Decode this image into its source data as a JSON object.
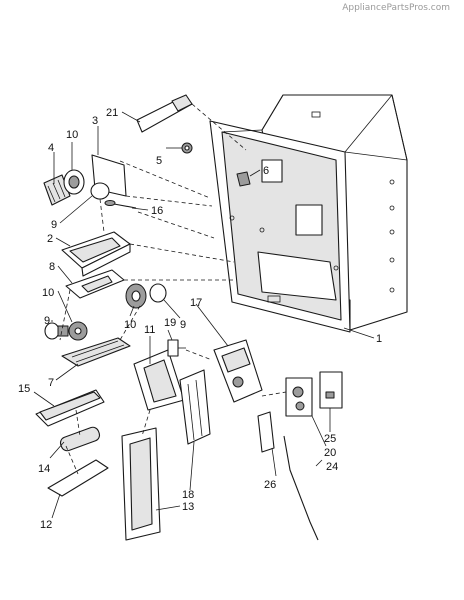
{
  "watermark": "AppliancePartsPros.com",
  "callouts": [
    {
      "id": "c1",
      "label": "1"
    },
    {
      "id": "c2",
      "label": "2"
    },
    {
      "id": "c3",
      "label": "3"
    },
    {
      "id": "c4",
      "label": "4"
    },
    {
      "id": "c5",
      "label": "5"
    },
    {
      "id": "c6",
      "label": "6"
    },
    {
      "id": "c7",
      "label": "7"
    },
    {
      "id": "c8",
      "label": "8"
    },
    {
      "id": "c9a",
      "label": "9"
    },
    {
      "id": "c9b",
      "label": "9"
    },
    {
      "id": "c9c",
      "label": "9"
    },
    {
      "id": "c10a",
      "label": "10"
    },
    {
      "id": "c10b",
      "label": "10"
    },
    {
      "id": "c10c",
      "label": "10"
    },
    {
      "id": "c11",
      "label": "11"
    },
    {
      "id": "c12",
      "label": "12"
    },
    {
      "id": "c13",
      "label": "13"
    },
    {
      "id": "c14",
      "label": "14"
    },
    {
      "id": "c15",
      "label": "15"
    },
    {
      "id": "c16",
      "label": "16"
    },
    {
      "id": "c17",
      "label": "17"
    },
    {
      "id": "c18",
      "label": "18"
    },
    {
      "id": "c19",
      "label": "19"
    },
    {
      "id": "c20",
      "label": "20"
    },
    {
      "id": "c21",
      "label": "21"
    },
    {
      "id": "c24",
      "label": "24"
    },
    {
      "id": "c25",
      "label": "25"
    },
    {
      "id": "c26",
      "label": "26"
    }
  ]
}
